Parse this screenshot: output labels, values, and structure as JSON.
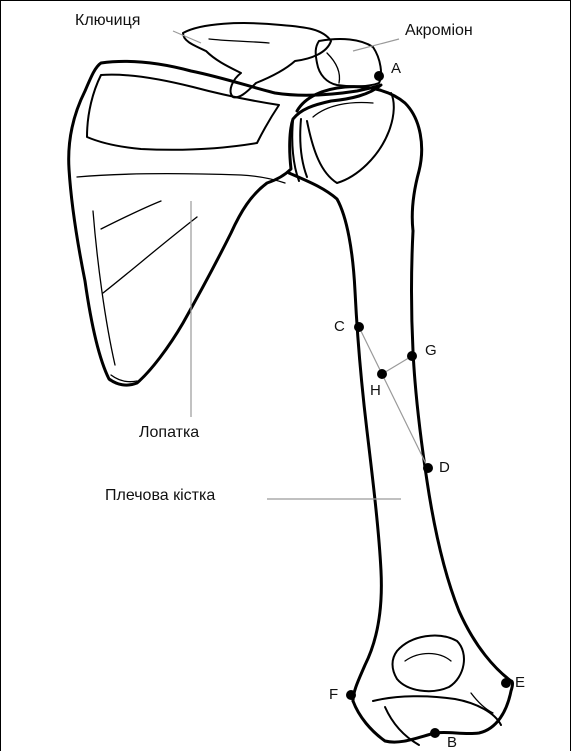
{
  "labels": {
    "clavicle": "Ключиця",
    "acromion": "Акроміон",
    "scapula": "Лопатка",
    "humerus": "Плечова кістка"
  },
  "points": {
    "A": "A",
    "B": "B",
    "C": "C",
    "D": "D",
    "E": "E",
    "F": "F",
    "G": "G",
    "H": "H"
  },
  "colors": {
    "outline": "#000000",
    "leader": "#9a9a9a",
    "background": "#ffffff"
  }
}
